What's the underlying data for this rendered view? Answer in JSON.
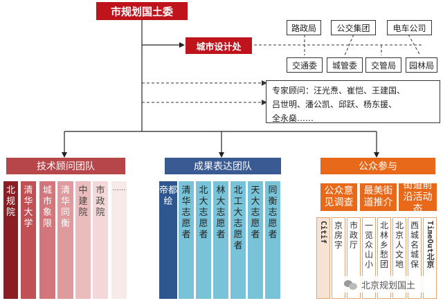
{
  "top": {
    "title": "市规划国土委"
  },
  "design_office": {
    "title": "城市设计处"
  },
  "org_top_row": [
    "路政局",
    "公交集团",
    "电车公司"
  ],
  "org_bottom_row": [
    "交通委",
    "城管委",
    "交管局",
    "园林局"
  ],
  "experts": {
    "lines": [
      "专家顾问：汪光焘、崔恺、王建国、",
      "吕世明、潘公凯、邱跃、杨东援、",
      "全永燊……"
    ]
  },
  "teams": {
    "tech": {
      "header": "技术顾问团队",
      "columns": [
        "北规院",
        "清华大学",
        "城市象限",
        "清华同衡",
        "中建院",
        "市政院",
        "······"
      ]
    },
    "result": {
      "header": "成果表达团队",
      "columns": [
        "帝都绘",
        "清华志愿者",
        "北大志愿者",
        "林大志愿者",
        "北工大志愿者",
        "天大志愿者",
        "同衡志愿者"
      ]
    },
    "public": {
      "header": "公众参与",
      "boxes": [
        "公众意见调查",
        "最美街道推介",
        "街道前沿活动态"
      ],
      "columns": [
        "Citif",
        "京房字",
        "市政厅",
        "一览众山小",
        "北林乡愁团",
        "北京人文地",
        "西城名城保",
        "TimeOut北京"
      ]
    }
  },
  "watermark": {
    "text": "北京规划国土"
  },
  "colors": {
    "red": "#c0141c",
    "tech_header": "#b7464a",
    "result_header": "#3a5a93",
    "public_header": "#e8691a",
    "blue_dark": "#2e568f",
    "cyan": "#79c3d8"
  }
}
